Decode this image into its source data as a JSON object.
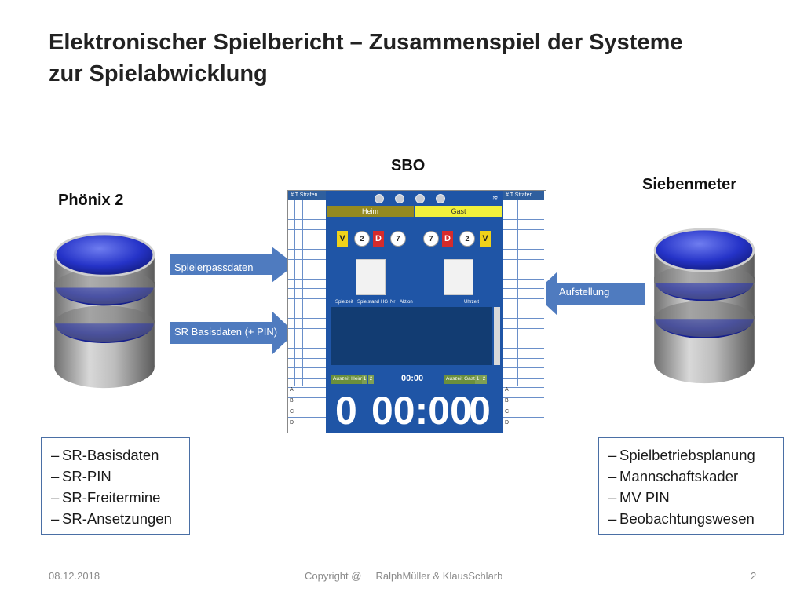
{
  "slide": {
    "title_line1": "Elektronischer Spielbericht – Zusammenspiel der Systeme",
    "title_line2": "zur Spielabwicklung"
  },
  "systems": {
    "left": "Phönix 2",
    "center": "SBO",
    "right": "Siebenmeter"
  },
  "arrows": {
    "spielerpass": "Spielerpassdaten",
    "sr_basis": "SR Basisdaten (+ PIN)",
    "aufstellung": "Aufstellung"
  },
  "left_box": {
    "items": [
      "SR-Basisdaten",
      "SR-PIN",
      "SR-Freitermine",
      "SR-Ansetzungen"
    ]
  },
  "right_box": {
    "items": [
      "Spielbetriebsplanung",
      "Mannschaftskader",
      "MV PIN",
      "Beobachtungswesen"
    ]
  },
  "scoreboard": {
    "left_header": "#  T  Strafen",
    "right_header": "#  T  Strafen",
    "heim": "Heim",
    "gast": "Gast",
    "columns": [
      "Spielzeit",
      "Spielstand",
      "HG",
      "Nr",
      "Aktion",
      "Uhrzeit"
    ],
    "auszeit_heim": "Auszeit Heim",
    "auszeit_gast": "Auszeit Gast",
    "small_clock": "00:00",
    "score_heim": "0",
    "clock": "00:00",
    "score_gast": "0",
    "rows_abcd": [
      "A",
      "B",
      "C",
      "D"
    ],
    "card_v": "V",
    "card_d": "D",
    "circle_2": "2",
    "circle_7": "7",
    "timeout_1": "1",
    "timeout_2": "2"
  },
  "footer": {
    "date": "08.12.2018",
    "copyright": "Copyright @     RalphMüller & KlausSchlarb",
    "page": "2"
  },
  "colors": {
    "arrow": "#4f7bbf",
    "scoreboard_panel": "#1f55a6",
    "box_border": "#4a6fa5"
  }
}
